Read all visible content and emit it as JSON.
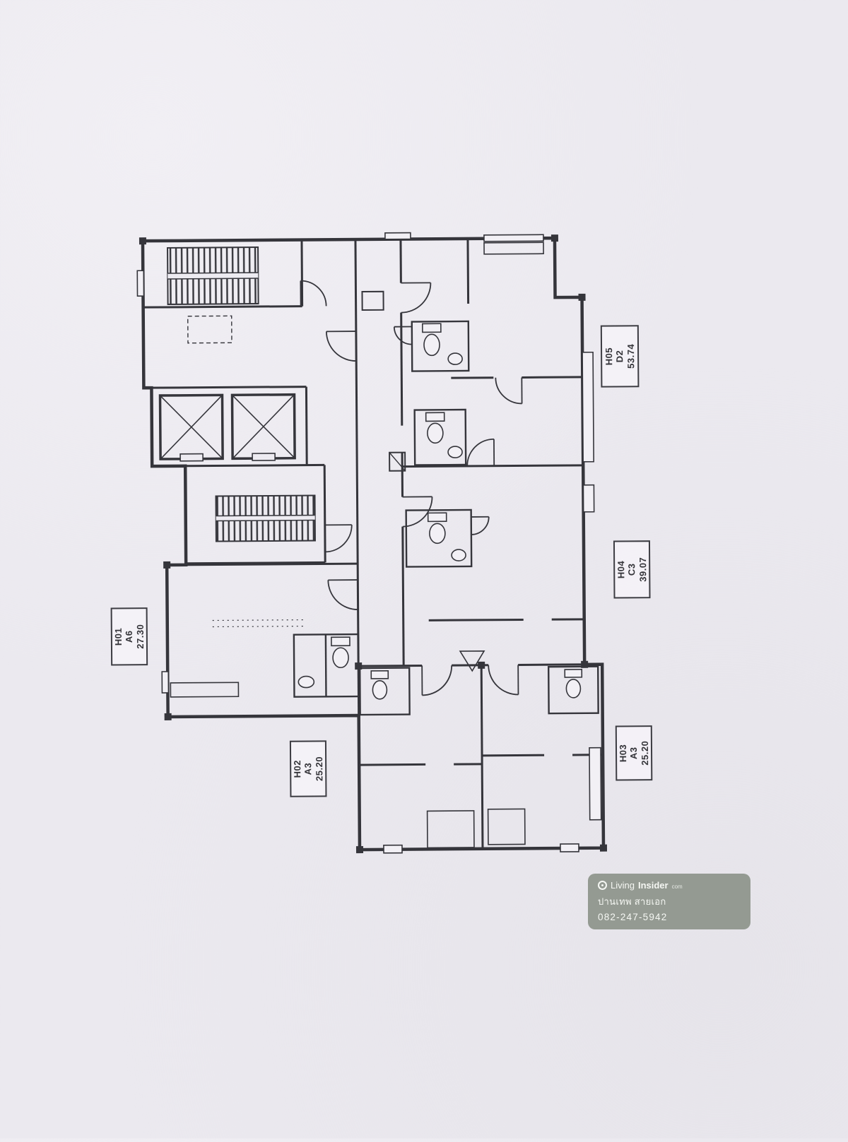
{
  "page": {
    "colors": {
      "ink": "#35353b",
      "paper": "#ebe9ef",
      "watermark_bg": "#7c8579"
    }
  },
  "plan": {
    "units": [
      {
        "id": "H05",
        "type": "D2",
        "area": "53.74"
      },
      {
        "id": "H04",
        "type": "C3",
        "area": "39.07"
      },
      {
        "id": "H03",
        "type": "A3",
        "area": "25.20"
      },
      {
        "id": "H02",
        "type": "A3",
        "area": "25.20"
      },
      {
        "id": "H01",
        "type": "A6",
        "area": "27.30"
      }
    ]
  },
  "watermark": {
    "brand_prefix": "Living",
    "brand_name": "Insider",
    "brand_tld": "com",
    "agent_name": "ปานเทพ สายเอก",
    "phone": "082-247-5942"
  }
}
